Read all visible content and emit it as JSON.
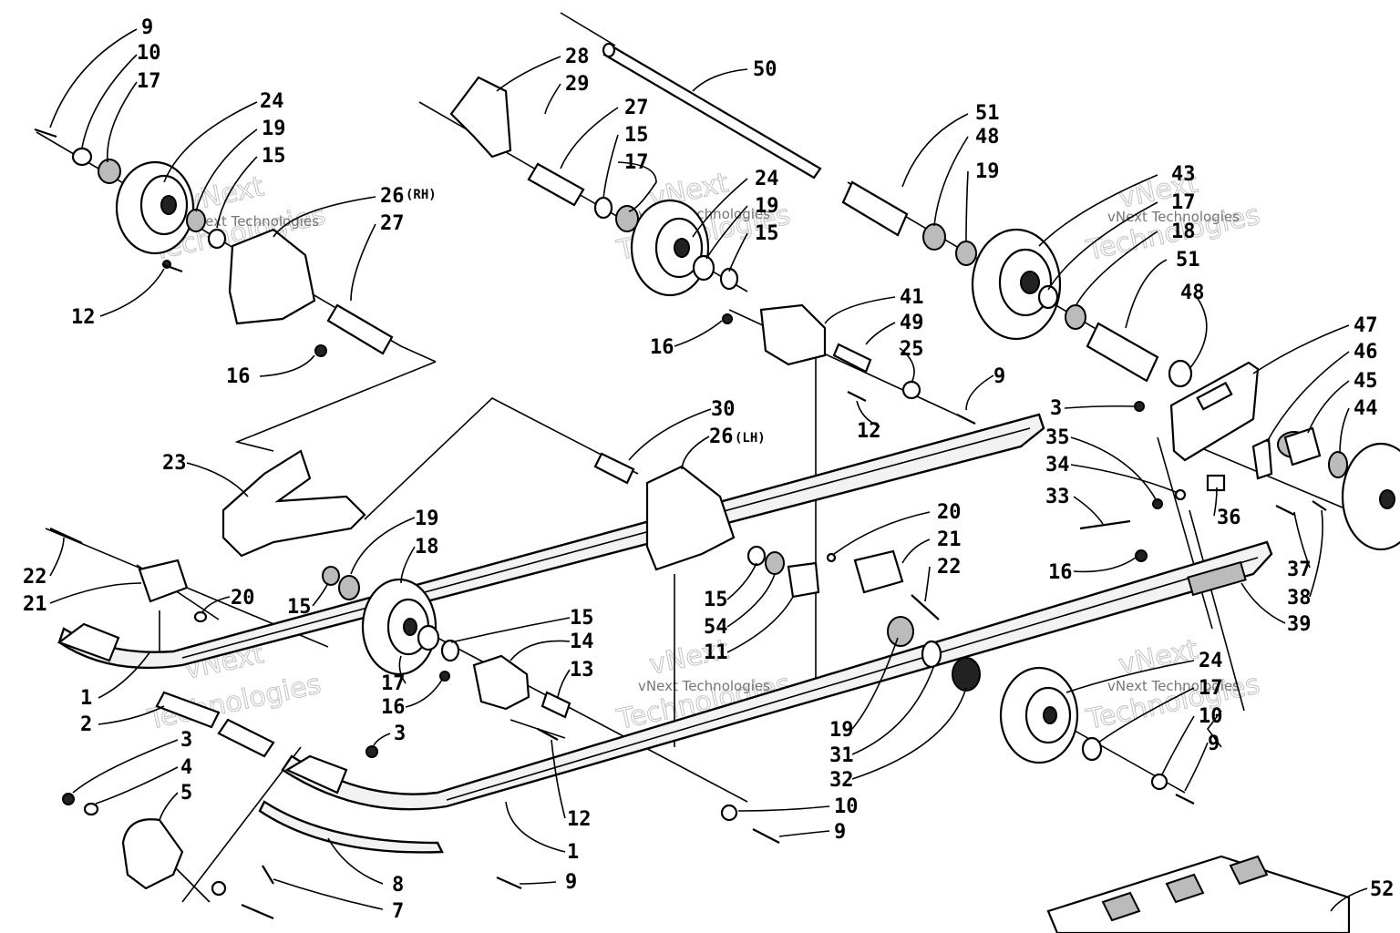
{
  "diagram": {
    "watermark_top": "vNext",
    "watermark_main": "Technologies",
    "watermark_small": "vNext Technologies",
    "callouts": [
      {
        "id": "c-9-a",
        "text": "9"
      },
      {
        "id": "c-10-a",
        "text": "10"
      },
      {
        "id": "c-17-a",
        "text": "17"
      },
      {
        "id": "c-24-a",
        "text": "24"
      },
      {
        "id": "c-19-a",
        "text": "19"
      },
      {
        "id": "c-15-a",
        "text": "15"
      },
      {
        "id": "c-26rh",
        "text": "26"
      },
      {
        "id": "c-27-a",
        "text": "27"
      },
      {
        "id": "c-12-a",
        "text": "12"
      },
      {
        "id": "c-16-a",
        "text": "16"
      },
      {
        "id": "c-28",
        "text": "28"
      },
      {
        "id": "c-29",
        "text": "29"
      },
      {
        "id": "c-27-b",
        "text": "27"
      },
      {
        "id": "c-15-b",
        "text": "15"
      },
      {
        "id": "c-17-b",
        "text": "17"
      },
      {
        "id": "c-24-b",
        "text": "24"
      },
      {
        "id": "c-19-b",
        "text": "19"
      },
      {
        "id": "c-15-c",
        "text": "15"
      },
      {
        "id": "c-50",
        "text": "50"
      },
      {
        "id": "c-51-a",
        "text": "51"
      },
      {
        "id": "c-48-a",
        "text": "48"
      },
      {
        "id": "c-19-c",
        "text": "19"
      },
      {
        "id": "c-43",
        "text": "43"
      },
      {
        "id": "c-17-c",
        "text": "17"
      },
      {
        "id": "c-18-a",
        "text": "18"
      },
      {
        "id": "c-51-b",
        "text": "51"
      },
      {
        "id": "c-48-b",
        "text": "48"
      },
      {
        "id": "c-41",
        "text": "41"
      },
      {
        "id": "c-49",
        "text": "49"
      },
      {
        "id": "c-16-b",
        "text": "16"
      },
      {
        "id": "c-25",
        "text": "25"
      },
      {
        "id": "c-9-b",
        "text": "9"
      },
      {
        "id": "c-12-b",
        "text": "12"
      },
      {
        "id": "c-47",
        "text": "47"
      },
      {
        "id": "c-46",
        "text": "46"
      },
      {
        "id": "c-45",
        "text": "45"
      },
      {
        "id": "c-44",
        "text": "44"
      },
      {
        "id": "c-3-a",
        "text": "3"
      },
      {
        "id": "c-35",
        "text": "35"
      },
      {
        "id": "c-34",
        "text": "34"
      },
      {
        "id": "c-33",
        "text": "33"
      },
      {
        "id": "c-36",
        "text": "36"
      },
      {
        "id": "c-16-c",
        "text": "16"
      },
      {
        "id": "c-37",
        "text": "37"
      },
      {
        "id": "c-38",
        "text": "38"
      },
      {
        "id": "c-39",
        "text": "39"
      },
      {
        "id": "c-30",
        "text": "30"
      },
      {
        "id": "c-26lh",
        "text": "26"
      },
      {
        "id": "c-23",
        "text": "23"
      },
      {
        "id": "c-19-d",
        "text": "19"
      },
      {
        "id": "c-18-b",
        "text": "18"
      },
      {
        "id": "c-22-a",
        "text": "22"
      },
      {
        "id": "c-21-a",
        "text": "21"
      },
      {
        "id": "c-20-a",
        "text": "20"
      },
      {
        "id": "c-15-d",
        "text": "15"
      },
      {
        "id": "c-15-e",
        "text": "15"
      },
      {
        "id": "c-14",
        "text": "14"
      },
      {
        "id": "c-13",
        "text": "13"
      },
      {
        "id": "c-20-b",
        "text": "20"
      },
      {
        "id": "c-21-b",
        "text": "21"
      },
      {
        "id": "c-22-b",
        "text": "22"
      },
      {
        "id": "c-15-f",
        "text": "15"
      },
      {
        "id": "c-54",
        "text": "54"
      },
      {
        "id": "c-11",
        "text": "11"
      },
      {
        "id": "c-17-d",
        "text": "17"
      },
      {
        "id": "c-16-d",
        "text": "16"
      },
      {
        "id": "c-1-a",
        "text": "1"
      },
      {
        "id": "c-2",
        "text": "2"
      },
      {
        "id": "c-3-b",
        "text": "3"
      },
      {
        "id": "c-4",
        "text": "4"
      },
      {
        "id": "c-5",
        "text": "5"
      },
      {
        "id": "c-3-c",
        "text": "3"
      },
      {
        "id": "c-12-c",
        "text": "12"
      },
      {
        "id": "c-1-b",
        "text": "1"
      },
      {
        "id": "c-8",
        "text": "8"
      },
      {
        "id": "c-7",
        "text": "7"
      },
      {
        "id": "c-9-c",
        "text": "9"
      },
      {
        "id": "c-10-b",
        "text": "10"
      },
      {
        "id": "c-9-d",
        "text": "9"
      },
      {
        "id": "c-19-e",
        "text": "19"
      },
      {
        "id": "c-31",
        "text": "31"
      },
      {
        "id": "c-32",
        "text": "32"
      },
      {
        "id": "c-24-c",
        "text": "24"
      },
      {
        "id": "c-17-e",
        "text": "17"
      },
      {
        "id": "c-10-c",
        "text": "10"
      },
      {
        "id": "c-9-e",
        "text": "9"
      },
      {
        "id": "c-52",
        "text": "52"
      }
    ],
    "suffix_rh": "(RH)",
    "suffix_lh": "(LH)"
  }
}
